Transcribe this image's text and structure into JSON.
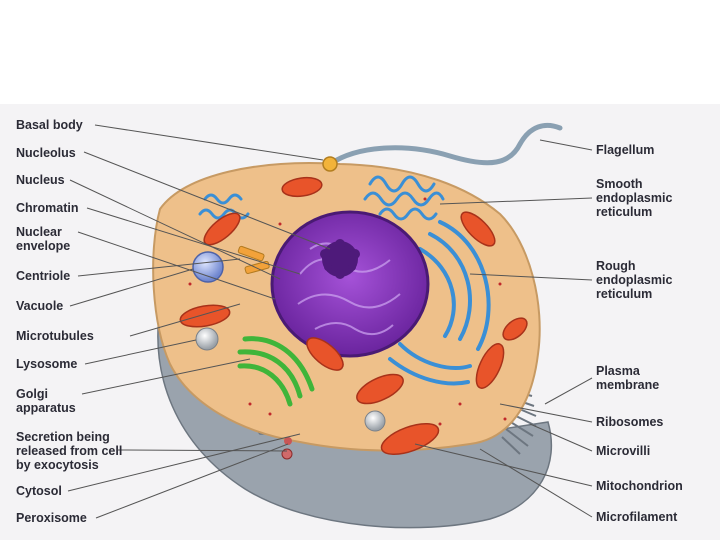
{
  "labels_left": [
    {
      "key": "basal_body",
      "text": "Basal body"
    },
    {
      "key": "nucleolus",
      "text": "Nucleolus"
    },
    {
      "key": "nucleus",
      "text": "Nucleus"
    },
    {
      "key": "chromatin",
      "text": "Chromatin"
    },
    {
      "key": "nuclear_envelope",
      "text": "Nuclear\nenvelope"
    },
    {
      "key": "centriole",
      "text": "Centriole"
    },
    {
      "key": "vacuole",
      "text": "Vacuole"
    },
    {
      "key": "microtubules",
      "text": "Microtubules"
    },
    {
      "key": "lysosome",
      "text": "Lysosome"
    },
    {
      "key": "golgi_apparatus",
      "text": "Golgi\napparatus"
    },
    {
      "key": "secretion",
      "text": "Secretion being\nreleased from cell\nby exocytosis"
    },
    {
      "key": "cytosol",
      "text": "Cytosol"
    },
    {
      "key": "peroxisome",
      "text": "Peroxisome"
    }
  ],
  "labels_right": [
    {
      "key": "flagellum",
      "text": "Flagellum"
    },
    {
      "key": "smooth_er",
      "text": "Smooth\nendoplasmic\nreticulum"
    },
    {
      "key": "rough_er",
      "text": "Rough\nendoplasmic\nreticulum"
    },
    {
      "key": "plasma_membrane",
      "text": "Plasma\nmembrane"
    },
    {
      "key": "ribosomes",
      "text": "Ribosomes"
    },
    {
      "key": "microvilli",
      "text": "Microvilli"
    },
    {
      "key": "mitochondrion",
      "text": "Mitochondrion"
    },
    {
      "key": "microfilament",
      "text": "Microfilament"
    }
  ],
  "colors": {
    "cytoplasm": "#eec08a",
    "membrane_shadow": "#9aa3ad",
    "nucleus": "#8a3bc4",
    "nucleolus": "#4e1a7a",
    "er": "#3a8fd6",
    "mitochondria": "#e8542a",
    "golgi": "#3fb53a",
    "vacuole": "#8fa4e0",
    "label_text": "#2b2b36",
    "leader_line": "#555555"
  }
}
